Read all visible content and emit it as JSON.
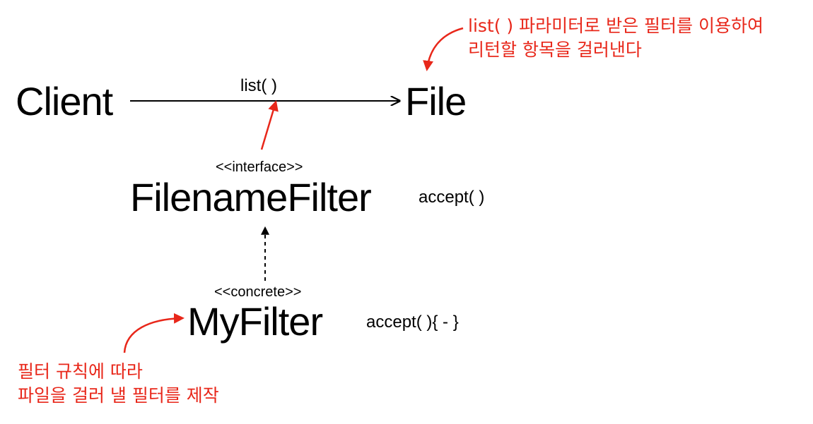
{
  "colors": {
    "text": "#000000",
    "annotation": "#e8271a"
  },
  "nodes": {
    "client": "Client",
    "file": "File",
    "filename_filter": "FilenameFilter",
    "my_filter": "MyFilter"
  },
  "stereotypes": {
    "interface": "<<interface>>",
    "concrete": "<<concrete>>"
  },
  "edges": {
    "client_to_file_label": "list(  )"
  },
  "methods": {
    "filename_filter_accept": "accept(  )",
    "my_filter_accept": "accept(  ){ - }"
  },
  "annotations": {
    "file_note": {
      "line1": "list(  ) 파라미터로 받은 필터를 이용하여",
      "line2": "리턴할 항목을 걸러낸다"
    },
    "myfilter_note": {
      "line1": "필터 규칙에 따라",
      "line2": "파일을 걸러 낼 필터를 제작"
    }
  }
}
